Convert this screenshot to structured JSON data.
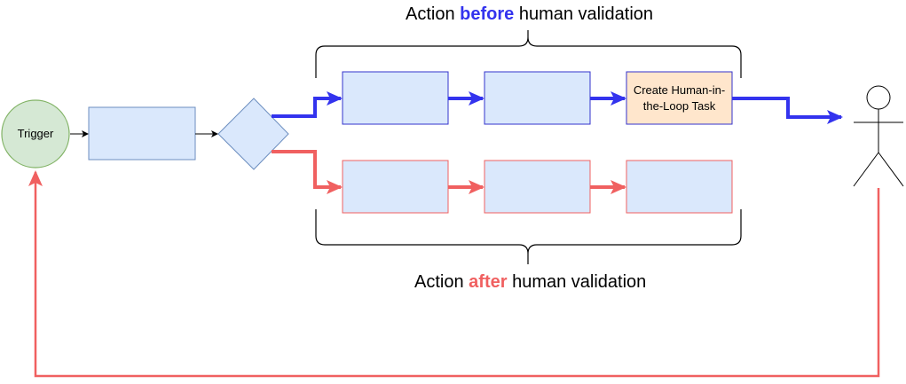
{
  "nodes": {
    "trigger": "Trigger",
    "hitl_task": "Create Human-in-the-Loop Task"
  },
  "labels": {
    "before": {
      "prefix": "Action ",
      "highlight": "before",
      "suffix": " human validation"
    },
    "after": {
      "prefix": "Action ",
      "highlight": "after",
      "suffix": " human validation"
    }
  },
  "colors": {
    "before_path": "#3333ee",
    "after_path": "#f06060",
    "box_fill": "#dae8fc",
    "box_stroke": "#6c8ebf",
    "trigger_fill": "#d5e8d4",
    "trigger_stroke": "#82b366",
    "task_fill": "#ffe6cc",
    "task_stroke": "#3333cc"
  }
}
